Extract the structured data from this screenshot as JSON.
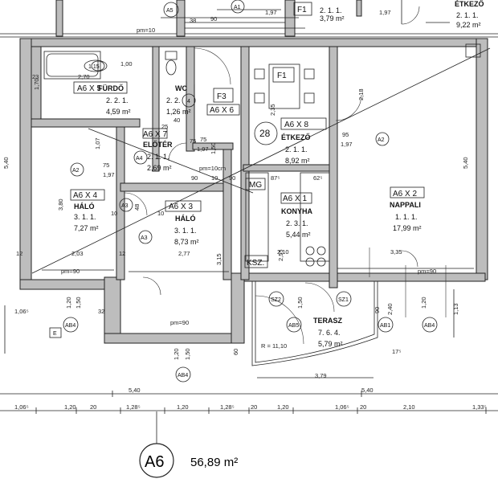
{
  "rooms": [
    {
      "key": "furdo",
      "code": "A6 X 5",
      "name": "FÜRDŐ",
      "num": "2. 2. 1.",
      "area": "4,59 m²"
    },
    {
      "key": "wc",
      "code": "",
      "name": "WC",
      "num": "2. 2.",
      "area": "1,26 m²"
    },
    {
      "key": "eloter",
      "code": "A6 X 7",
      "name": "ELŐTÉR",
      "num": "2. 1. 1.",
      "area": "2,69 m²"
    },
    {
      "key": "etkezo",
      "code": "A6 X 8",
      "name": "ÉTKEZŐ",
      "num": "2. 1. 1.",
      "area": "8,92 m²"
    },
    {
      "key": "halo1",
      "code": "A6 X 4",
      "name": "HÁLÓ",
      "num": "3. 1. 1.",
      "area": "7,27 m²"
    },
    {
      "key": "halo2",
      "code": "A6 X 3",
      "name": "HÁLÓ",
      "num": "3. 1. 1.",
      "area": "8,73 m²"
    },
    {
      "key": "konyha",
      "code": "A6 X 1",
      "name": "KONYHA",
      "num": "2. 3. 1.",
      "area": "5,44 m²"
    },
    {
      "key": "nappali",
      "code": "A6 X 2",
      "name": "NAPPALI",
      "num": "1. 1. 1.",
      "area": "17,99 m²"
    },
    {
      "key": "terasz",
      "code": "",
      "name": "TERASZ",
      "num": "7. 6. 4.",
      "area": "5,79 m²"
    },
    {
      "key": "top_left",
      "code": "",
      "name": "",
      "num": "2. 1. 1.",
      "area": "3,79 m²"
    },
    {
      "key": "top_right",
      "code": "",
      "name": "ÉTKEZŐ",
      "num": "2. 1. 1.",
      "area": "9,22 m²"
    }
  ],
  "boxes": {
    "f3": "F3",
    "f1": "F1",
    "f1_top": "F1",
    "a6x6": "A6 X 6",
    "mg": "MG",
    "ksz": "KSZ."
  },
  "tags": {
    "a5": "A5",
    "a1_top": "A1",
    "a4": "A4",
    "a3": "A3",
    "a2_left": "A2",
    "a3_left": "A3",
    "a2_right": "A2",
    "ab4_left": "AB4",
    "ab4_mid": "AB4",
    "ab4_right": "AB4",
    "ab5": "AB5",
    "ab1": "AB1",
    "sz2": "SZ2",
    "sz1": "SZ1",
    "e": "E",
    "n28": "28",
    "n4": "4",
    "n115": "1.15"
  },
  "dims": {
    "d_540_left": "5,40",
    "d_540_right": "5,40",
    "d_380": "3,80",
    "d_315": "3,15",
    "d_255": "2,55",
    "d_235": "2,35",
    "d_218": "2,18",
    "d_270": "2,70",
    "d_203": "2,03",
    "d_277": "2,77",
    "d_210": "2,10",
    "d_335": "3,35",
    "d_379": "3,79",
    "d_540_bot": "5,40",
    "d_540_overall": "5,40",
    "d_113": "1,13",
    "d_106_left": "1,06⁵",
    "d_120_a": "1,20",
    "d_20_a": "20",
    "d_128_a": "1,28⁵",
    "d_120_b": "1,20",
    "d_128_b": "1,28⁵",
    "d_20_b": "20",
    "d_120_c": "1,20",
    "d_106_b": "1,06⁵",
    "d_20_c": "20",
    "d_210_bot": "2,10",
    "d_133": "1,33⁵",
    "d_106_row1": "1,06⁵",
    "d_90_top": "90",
    "d_38": "38",
    "d_197_top": "1,97",
    "d_197_tr": "1,97",
    "d_95": "95",
    "d_197_e": "1,97",
    "d_75_a": "75",
    "d_197_a": "1,97",
    "d_75_b": "75",
    "d_197_b": "1,97",
    "d_90_a": "90",
    "d_10_a": "10",
    "d_90_b": "90",
    "d_87": "87⁵",
    "d_62": "62⁵",
    "d_107": "1,07",
    "d_170": "1,70",
    "d_100": "1,00",
    "d_23": "23",
    "d_12_a": "12",
    "d_12_b": "12",
    "d_32": "32",
    "d_120_v": "1,20",
    "d_150_v": "1,50",
    "d_240": "2,40",
    "d_90_v": "90",
    "d_150_t": "1,50",
    "d_120_t": "1,20",
    "d_175": "17⁵",
    "d_120_door": "1,20",
    "d_150_door": "1,50",
    "d_60": "60",
    "d_10_b": "10",
    "d_10_c": "10",
    "d_75_c": "75",
    "d_48": "48",
    "d_25": "25",
    "d_40": "40",
    "d_150_wc": "1,50",
    "pm10": "pm=10",
    "pm10cm": "pm=10cm",
    "pm90_a": "pm=90",
    "pm90_b": "pm=90",
    "pm90_c": "pm=90",
    "r1110": "R = 11,10"
  },
  "footer": {
    "unit": "A6",
    "total": "56,89 m²"
  }
}
